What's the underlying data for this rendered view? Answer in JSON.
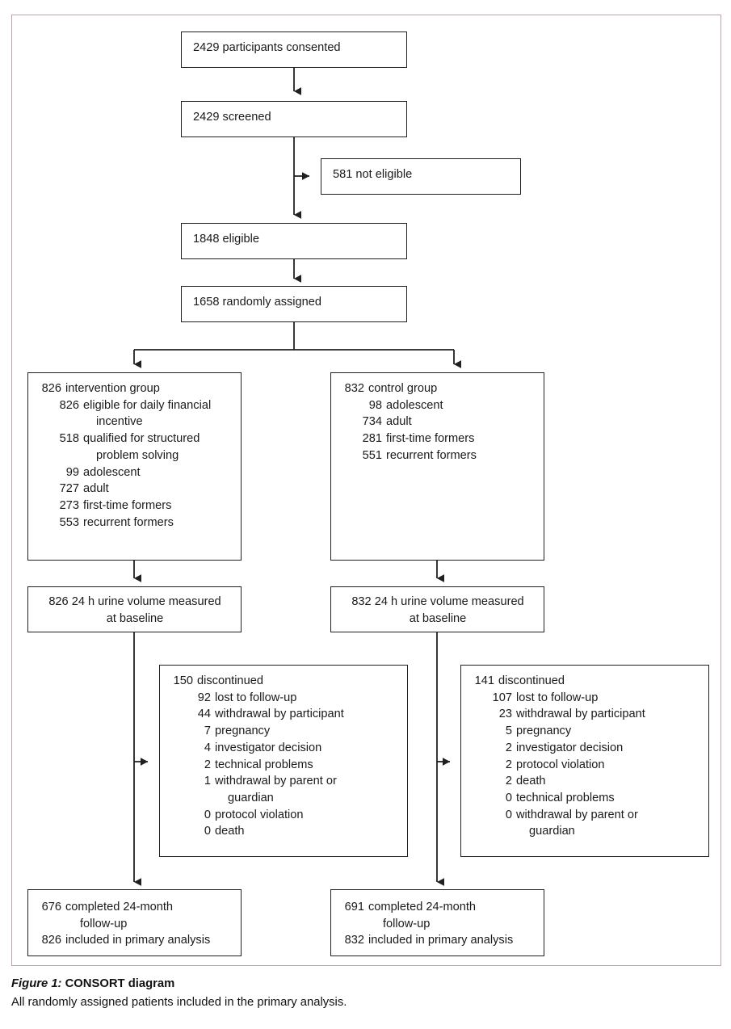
{
  "figure": {
    "caption_label": "Figure 1:",
    "caption_title": "CONSORT diagram",
    "caption_description": "All randomly assigned patients included in the primary analysis.",
    "frame_color": "#b3a6ac",
    "box_border_color": "#231f20",
    "text_color": "#1a1a1a"
  },
  "nodes": {
    "consented": {
      "text": "2429 participants consented"
    },
    "screened": {
      "text": "2429 screened"
    },
    "not_eligible": {
      "text": "581 not eligible"
    },
    "eligible": {
      "text": "1848 eligible"
    },
    "randomised": {
      "text": "1658 randomly assigned"
    },
    "intervention_group": {
      "header_num": "826",
      "header_label": "intervention group",
      "items": [
        {
          "num": "826",
          "label": "eligible for daily financial",
          "wrap": "incentive"
        },
        {
          "num": "518",
          "label": "qualified for structured",
          "wrap": "problem solving"
        },
        {
          "num": "99",
          "label": "adolescent",
          "wrap": ""
        },
        {
          "num": "727",
          "label": "adult",
          "wrap": ""
        },
        {
          "num": "273",
          "label": "first-time formers",
          "wrap": ""
        },
        {
          "num": "553",
          "label": "recurrent formers",
          "wrap": ""
        }
      ]
    },
    "control_group": {
      "header_num": "832",
      "header_label": "control group",
      "items": [
        {
          "num": "98",
          "label": "adolescent",
          "wrap": ""
        },
        {
          "num": "734",
          "label": "adult",
          "wrap": ""
        },
        {
          "num": "281",
          "label": "first-time formers",
          "wrap": ""
        },
        {
          "num": "551",
          "label": "recurrent formers",
          "wrap": ""
        }
      ]
    },
    "urine_left": {
      "line1": "826 24 h urine volume measured",
      "line2": "at baseline"
    },
    "urine_right": {
      "line1": "832 24 h urine volume measured",
      "line2": "at baseline"
    },
    "discontinued_left": {
      "header_num": "150",
      "header_label": "discontinued",
      "items": [
        {
          "num": "92",
          "label": "lost to follow-up",
          "wrap": ""
        },
        {
          "num": "44",
          "label": "withdrawal by participant",
          "wrap": ""
        },
        {
          "num": "7",
          "label": "pregnancy",
          "wrap": ""
        },
        {
          "num": "4",
          "label": "investigator decision",
          "wrap": ""
        },
        {
          "num": "2",
          "label": "technical problems",
          "wrap": ""
        },
        {
          "num": "1",
          "label": "withdrawal by parent or",
          "wrap": "guardian"
        },
        {
          "num": "0",
          "label": "protocol violation",
          "wrap": ""
        },
        {
          "num": "0",
          "label": "death",
          "wrap": ""
        }
      ]
    },
    "discontinued_right": {
      "header_num": "141",
      "header_label": "discontinued",
      "items": [
        {
          "num": "107",
          "label": "lost to follow-up",
          "wrap": ""
        },
        {
          "num": "23",
          "label": "withdrawal by participant",
          "wrap": ""
        },
        {
          "num": "5",
          "label": "pregnancy",
          "wrap": ""
        },
        {
          "num": "2",
          "label": "investigator decision",
          "wrap": ""
        },
        {
          "num": "2",
          "label": "protocol violation",
          "wrap": ""
        },
        {
          "num": "2",
          "label": "death",
          "wrap": ""
        },
        {
          "num": "0",
          "label": "technical problems",
          "wrap": ""
        },
        {
          "num": "0",
          "label": "withdrawal by parent or",
          "wrap": "guardian"
        }
      ]
    },
    "completed_left": {
      "line1_num": "676",
      "line1_label": "completed 24-month",
      "line1_wrap": "follow-up",
      "line2_num": "826",
      "line2_label": "included in primary analysis"
    },
    "completed_right": {
      "line1_num": "691",
      "line1_label": "completed 24-month",
      "line1_wrap": "follow-up",
      "line2_num": "832",
      "line2_label": "included in primary analysis"
    }
  },
  "chart_data": {
    "type": "diagram",
    "title": "CONSORT diagram",
    "flow": [
      {
        "id": "consented",
        "n": 2429,
        "label": "participants consented"
      },
      {
        "id": "screened",
        "n": 2429,
        "label": "screened"
      },
      {
        "id": "not_eligible",
        "n": 581,
        "label": "not eligible"
      },
      {
        "id": "eligible",
        "n": 1848,
        "label": "eligible"
      },
      {
        "id": "randomised",
        "n": 1658,
        "label": "randomly assigned"
      },
      {
        "id": "intervention_group",
        "n": 826,
        "label": "intervention group"
      },
      {
        "id": "control_group",
        "n": 832,
        "label": "control group"
      },
      {
        "id": "urine_left",
        "n": 826,
        "label": "24 h urine volume measured at baseline"
      },
      {
        "id": "urine_right",
        "n": 832,
        "label": "24 h urine volume measured at baseline"
      },
      {
        "id": "discontinued_left",
        "n": 150,
        "label": "discontinued"
      },
      {
        "id": "discontinued_right",
        "n": 141,
        "label": "discontinued"
      },
      {
        "id": "completed_left",
        "n": 676,
        "label": "completed 24-month follow-up"
      },
      {
        "id": "completed_right",
        "n": 691,
        "label": "completed 24-month follow-up"
      },
      {
        "id": "analysis_left",
        "n": 826,
        "label": "included in primary analysis"
      },
      {
        "id": "analysis_right",
        "n": 832,
        "label": "included in primary analysis"
      }
    ],
    "edges": [
      {
        "from": "consented",
        "to": "screened"
      },
      {
        "from": "screened",
        "to": "not_eligible"
      },
      {
        "from": "screened",
        "to": "eligible"
      },
      {
        "from": "eligible",
        "to": "randomised"
      },
      {
        "from": "randomised",
        "to": "intervention_group"
      },
      {
        "from": "randomised",
        "to": "control_group"
      },
      {
        "from": "intervention_group",
        "to": "urine_left"
      },
      {
        "from": "control_group",
        "to": "urine_right"
      },
      {
        "from": "urine_left",
        "to": "discontinued_left"
      },
      {
        "from": "urine_left",
        "to": "completed_left"
      },
      {
        "from": "urine_right",
        "to": "discontinued_right"
      },
      {
        "from": "urine_right",
        "to": "completed_right"
      }
    ]
  }
}
